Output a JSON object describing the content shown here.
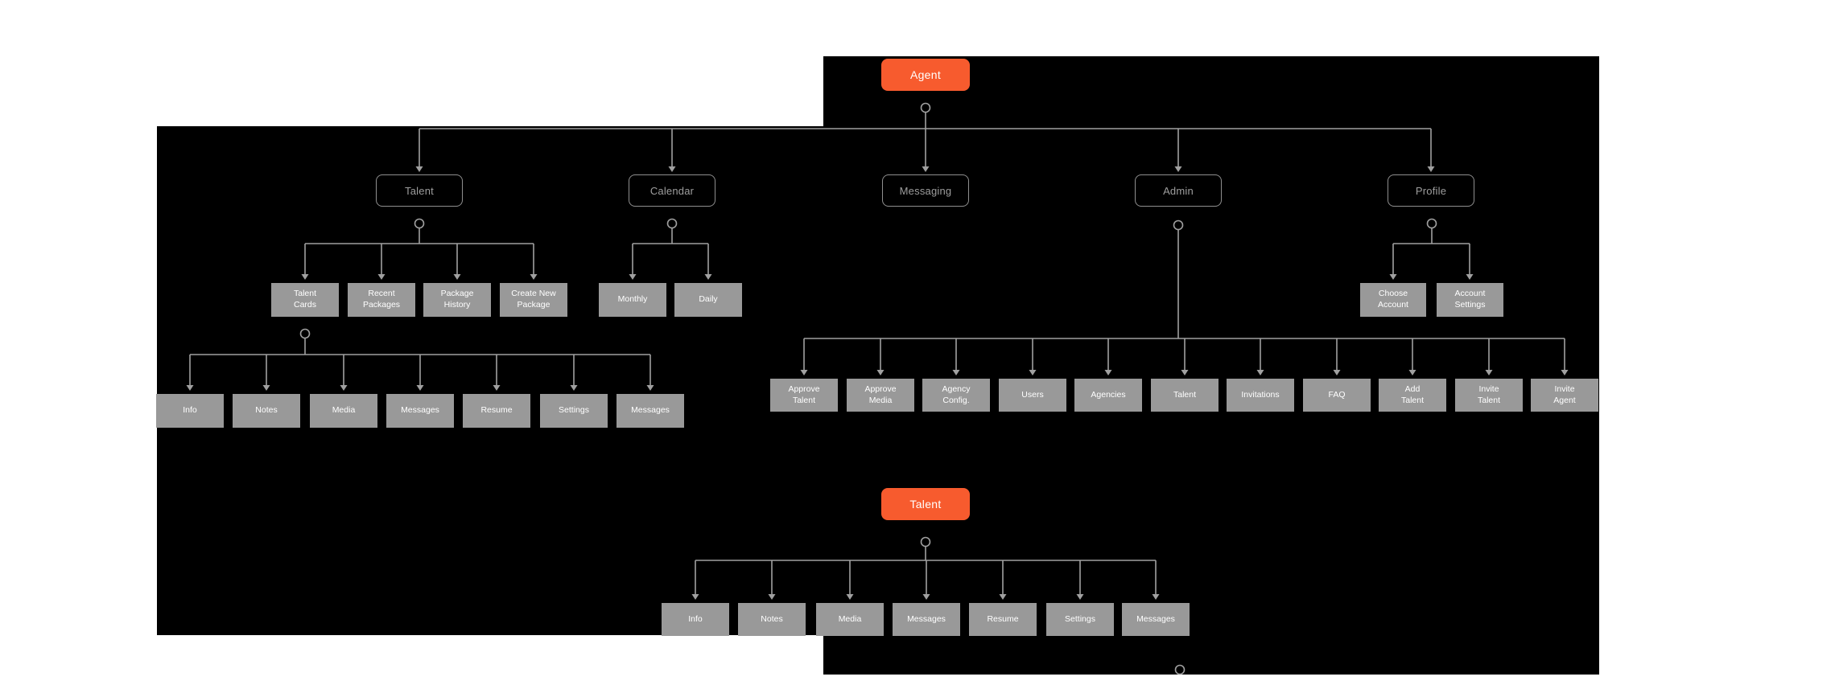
{
  "colors": {
    "accent_orange": "#f75b2e",
    "node_gray": "#999999",
    "line_gray": "#a0a0a0",
    "canvas_black": "#000000",
    "outline_text_gray": "#9e9e9e"
  },
  "agent_tree": {
    "root": "Agent",
    "sections": [
      "Talent",
      "Calendar",
      "Messaging",
      "Admin",
      "Profile"
    ],
    "talent_children": [
      "Talent\nCards",
      "Recent\nPackages",
      "Package\nHistory",
      "Create New\nPackage"
    ],
    "talent_cards_children": [
      "Info",
      "Notes",
      "Media",
      "Messages",
      "Resume",
      "Settings",
      "Messages"
    ],
    "calendar_children": [
      "Monthly",
      "Daily"
    ],
    "profile_children": [
      "Choose\nAccount",
      "Account\nSettings"
    ],
    "admin_children": [
      "Approve\nTalent",
      "Approve\nMedia",
      "Agency\nConfig.",
      "Users",
      "Agencies",
      "Talent",
      "Invitations",
      "FAQ",
      "Add\nTalent",
      "Invite\nTalent",
      "Invite\nAgent"
    ]
  },
  "talent_tree": {
    "root": "Talent",
    "children": [
      "Info",
      "Notes",
      "Media",
      "Messages",
      "Resume",
      "Settings",
      "Messages"
    ]
  }
}
